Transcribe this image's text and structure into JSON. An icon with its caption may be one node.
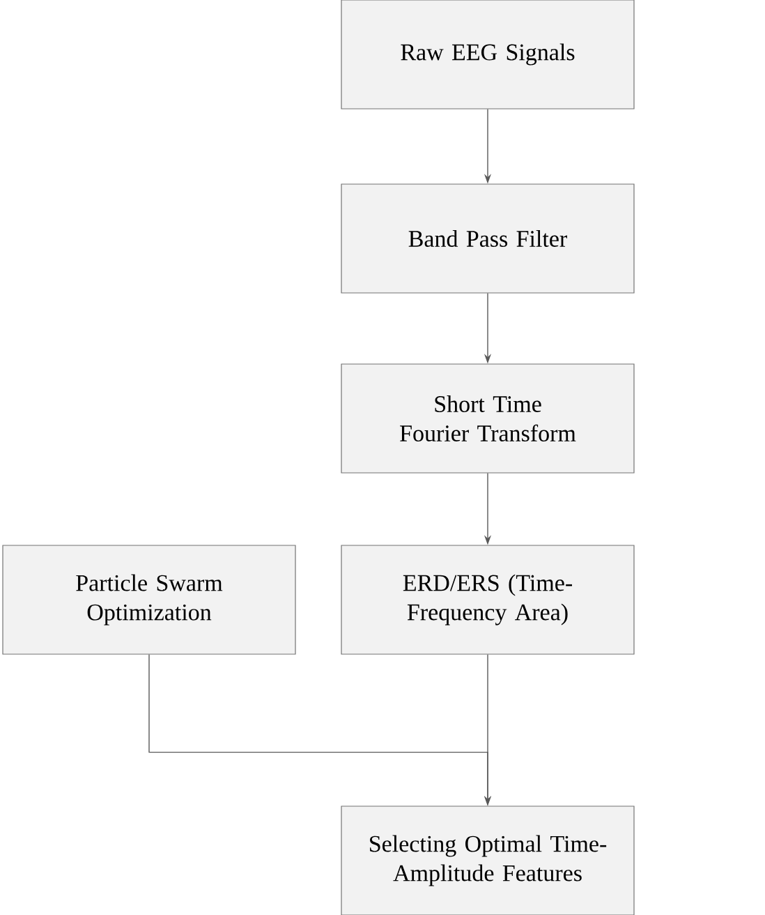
{
  "diagram": {
    "nodes": [
      {
        "text": [
          "Raw EEG Signals"
        ]
      },
      {
        "text": [
          "Band Pass Filter"
        ]
      },
      {
        "text": [
          "Short Time Fourier Transform"
        ]
      },
      {
        "text": [
          "Particle Swarm Optimization"
        ]
      },
      {
        "text": [
          "ERD/ERS (Time-Frequency Area)"
        ]
      },
      {
        "text": [
          "Selecting Optimal Time-Amplitude Features"
        ]
      }
    ],
    "edges": [
      {
        "from": 0,
        "to": 1,
        "arrow": "to"
      },
      {
        "from": 1,
        "to": 2,
        "arrow": "to"
      },
      {
        "from": 2,
        "to": 4,
        "arrow": "to"
      },
      {
        "from": 4,
        "to": 5,
        "arrow": "to"
      },
      {
        "from": 3,
        "to": 5,
        "arrow": "to"
      }
    ]
  }
}
